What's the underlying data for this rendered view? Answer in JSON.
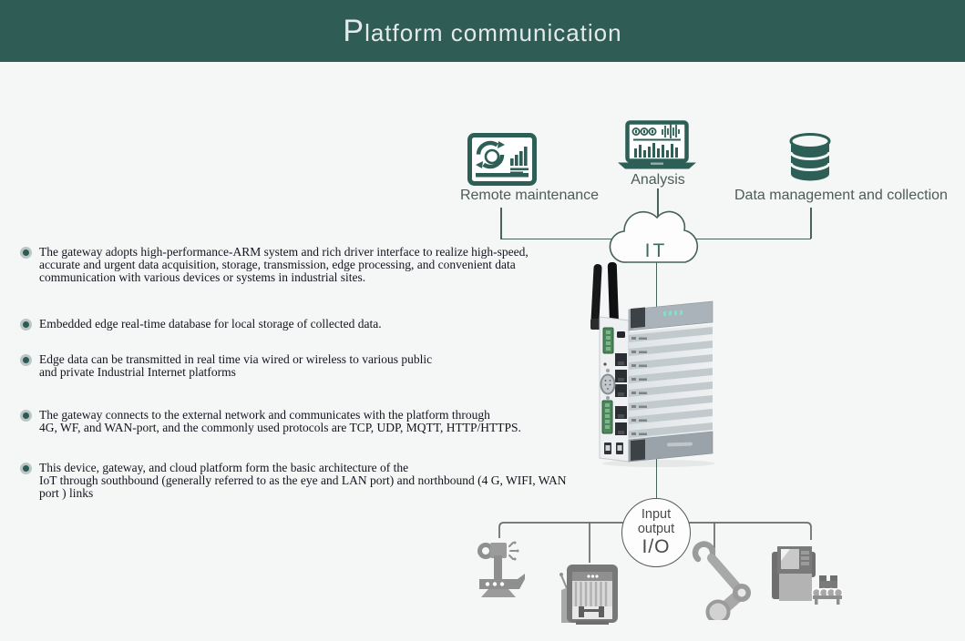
{
  "header": {
    "title": "Platform communication"
  },
  "top_nodes": {
    "remote": {
      "label": "Remote maintenance"
    },
    "analysis": {
      "label": "Analysis"
    },
    "data": {
      "label": "Data management and collection"
    }
  },
  "cloud": {
    "label": "IT"
  },
  "io": {
    "line1": "Input",
    "line2": "output",
    "line3": "I/O"
  },
  "bullets": [
    {
      "lines": [
        "The gateway adopts high-performance-ARM system and rich driver interface to realize high-speed,",
        "accurate and urgent data acquisition, storage, transmission, edge processing, and convenient data",
        "communication with various devices or systems in industrial sites."
      ]
    },
    {
      "lines": [
        "Embedded edge real-time database for local storage of collected data."
      ]
    },
    {
      "lines": [
        "Edge data can be transmitted in real time via wired or wireless to various public",
        "and private Industrial Internet platforms"
      ]
    },
    {
      "lines": [
        "The gateway connects to the external network and communicates with the platform through",
        "4G, WF, and WAN-port, and the commonly used protocols are TCP, UDP, MQTT, HTTP/HTTPS."
      ]
    },
    {
      "lines": [
        "This device, gateway, and cloud platform form the basic architecture of the",
        "IoT through southbound (generally referred to as the eye and LAN port) and northbound (4 G, WIFI, WAN port ) links"
      ]
    }
  ],
  "colors": {
    "header_bg": "#2f5c55",
    "accent_teal": "#2d5f57",
    "label_text": "#4e5c59",
    "connector_teal": "#47635c",
    "connector_gray": "#6a6a6a",
    "machine_gray": "#8f8f8f",
    "background": "#f5f6f6"
  }
}
